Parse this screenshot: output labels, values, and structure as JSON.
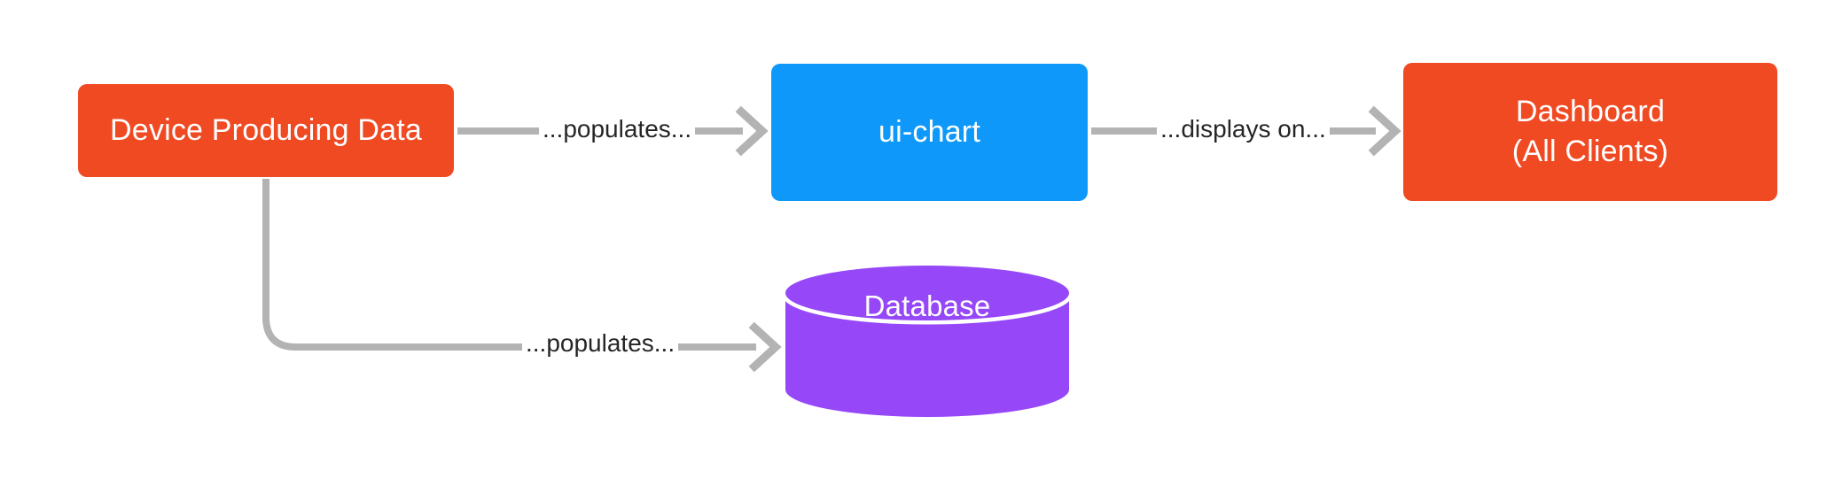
{
  "diagram": {
    "title": "ui-chart data flow",
    "background": "#ffffff",
    "edge_color": "#b3b3b3",
    "nodes": [
      {
        "id": "device",
        "label": "Device Producing Data",
        "shape": "rounded-rect",
        "color": "#f04a23",
        "text_color": "#ffffff"
      },
      {
        "id": "ui-chart",
        "label": "ui-chart",
        "shape": "rounded-rect",
        "color": "#0e99fa",
        "text_color": "#ffffff"
      },
      {
        "id": "dashboard",
        "label": "Dashboard\n(All Clients)",
        "shape": "rounded-rect",
        "color": "#f04a23",
        "text_color": "#ffffff"
      },
      {
        "id": "database",
        "label": "Database",
        "shape": "cylinder",
        "color": "#9647f8",
        "text_color": "#ffffff"
      }
    ],
    "edges": [
      {
        "id": "device-to-uichart",
        "from": "device",
        "to": "ui-chart",
        "label": "...populates...",
        "arrow": "open-chevron"
      },
      {
        "id": "uichart-to-dashboard",
        "from": "ui-chart",
        "to": "dashboard",
        "label": "...displays on...",
        "arrow": "open-chevron"
      },
      {
        "id": "device-to-database",
        "from": "device",
        "to": "database",
        "label": "...populates...",
        "arrow": "open-chevron"
      }
    ]
  }
}
